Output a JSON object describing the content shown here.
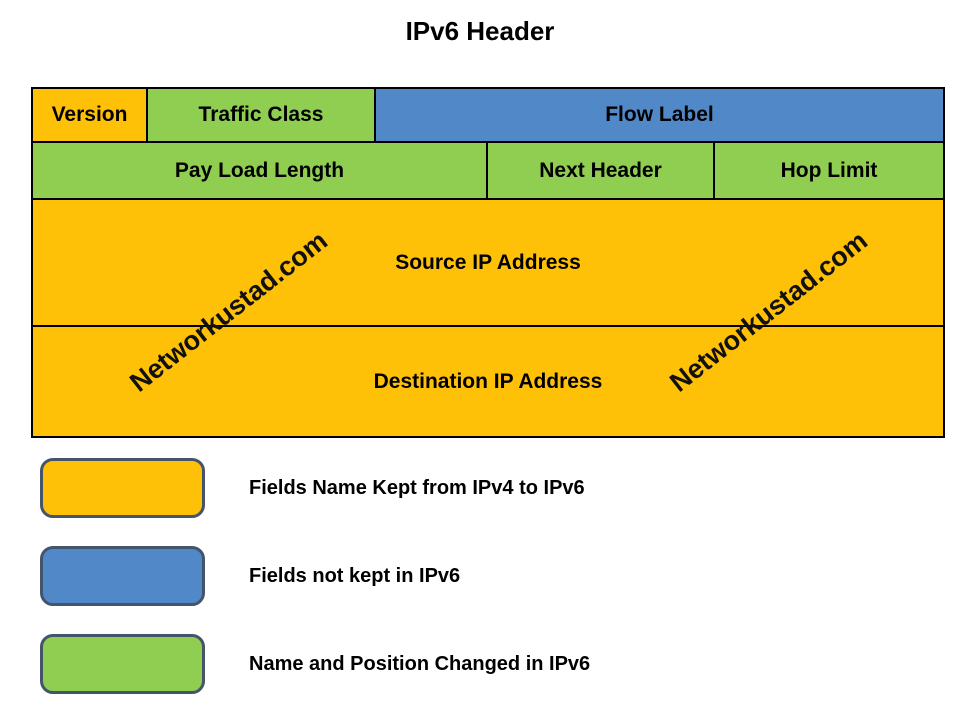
{
  "title": "IPv6 Header",
  "colors": {
    "kept_ipv4": "#FFC008",
    "not_kept": "#5189C8",
    "changed": "#8FCE50",
    "table_border": "#000000",
    "legend_border": "#44546A",
    "text": "#000000"
  },
  "header_table": {
    "row1": {
      "version": "Version",
      "traffic_class": "Traffic Class",
      "flow_label": "Flow Label"
    },
    "row2": {
      "payload_length": "Pay Load Length",
      "next_header": "Next Header",
      "hop_limit": "Hop Limit"
    },
    "row3": {
      "source": "Source IP Address"
    },
    "row4": {
      "destination": "Destination IP Address"
    }
  },
  "watermark": {
    "text": "Networkustad.com"
  },
  "legend": {
    "items": [
      {
        "label": "Fields Name Kept from IPv4 to IPv6",
        "color": "#FFC008"
      },
      {
        "label": "Fields not kept in IPv6",
        "color": "#5189C8"
      },
      {
        "label": "Name and Position Changed in IPv6",
        "color": "#8FCE50"
      }
    ]
  }
}
